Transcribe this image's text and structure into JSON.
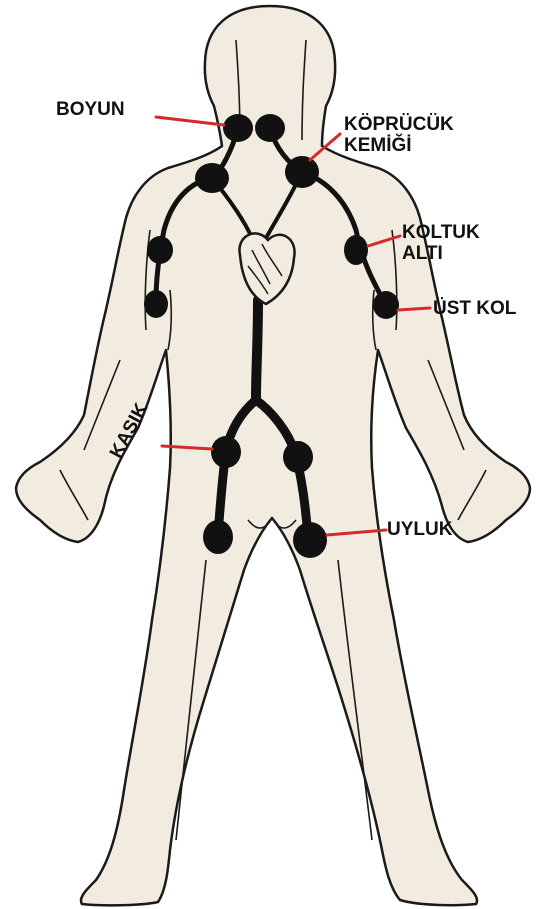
{
  "colors": {
    "skin": "#f2ebe0",
    "outline": "#1a1a1a",
    "node": "#111111",
    "leader": "#d42a2a",
    "label": "#111111"
  },
  "labels": {
    "boyun": "BOYUN",
    "kopru_line1": "KÖPRÜCÜK",
    "kopru_line2": "KEMİĞİ",
    "koltuk_line1": "KOLTUK",
    "koltuk_line2": "ALTI",
    "ust_kol": "ÜST KOL",
    "kasik": "KASIK",
    "uyluk": "UYLUK"
  }
}
